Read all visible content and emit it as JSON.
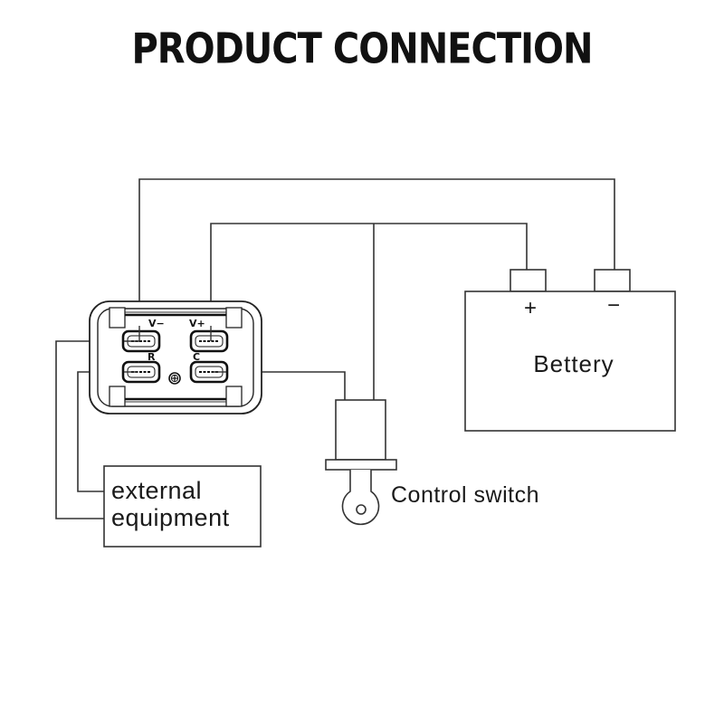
{
  "title": "PRODUCT CONNECTION",
  "module": {
    "pins": {
      "v_minus": "V−",
      "v_plus": "V+",
      "r": "R",
      "c": "C"
    }
  },
  "battery": {
    "label": "Bettery",
    "positive_symbol": "+",
    "negative_symbol": "−"
  },
  "control_switch": {
    "label": "Control switch"
  },
  "external_equipment": {
    "line1": "external",
    "line2": "equipment"
  },
  "colors": {
    "line": "#333333",
    "text": "#1a1a1a",
    "background": "#ffffff"
  }
}
